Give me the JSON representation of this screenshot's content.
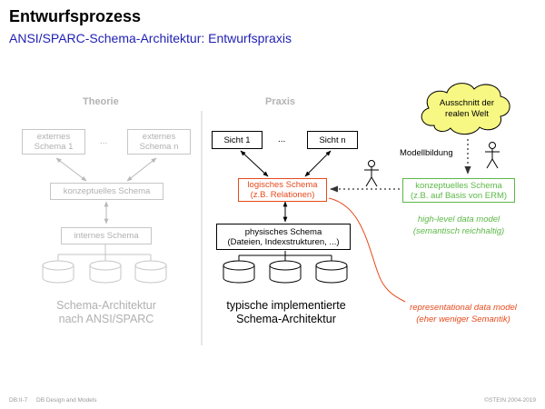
{
  "slide": {
    "title": "Entwurfsprozess",
    "subtitle": "ANSI/SPARC-Schema-Architektur: Entwurfspraxis"
  },
  "theorie": {
    "heading": "Theorie",
    "ext1_line1": "externes",
    "ext1_line2": "Schema 1",
    "dots": "...",
    "ext2_line1": "externes",
    "ext2_line2": "Schema n",
    "conceptual": "konzeptuelles Schema",
    "internal": "internes Schema",
    "caption_line1": "Schema-Architektur",
    "caption_line2": "nach ANSI/SPARC"
  },
  "praxis": {
    "heading": "Praxis",
    "view1": "Sicht 1",
    "dots": "...",
    "viewn": "Sicht n",
    "logical_line1": "logisches Schema",
    "logical_line2": "(z.B. Relationen)",
    "physical_line1": "physisches Schema",
    "physical_line2": "(Dateien, Indexstrukturen, ...)",
    "caption_line1": "typische implementierte",
    "caption_line2": "Schema-Architektur"
  },
  "right": {
    "cloud_line1": "Ausschnitt der",
    "cloud_line2": "realen Welt",
    "modeling_label": "Modellbildung",
    "conceptual_line1": "konzeptuelles Schema",
    "conceptual_line2": "(z.B. auf Basis von ERM)",
    "highlevel_line1": "high-level data model",
    "highlevel_line2": "(semantisch reichhaltig)",
    "repr_line1": "representational data model",
    "repr_line2": "(eher weniger Semantik)"
  },
  "footer": {
    "left1": "DB:II-7",
    "left2": "DB Design and Models",
    "right": "©STEIN 2004-2019"
  },
  "colors": {
    "title_blue": "#1f1fb5",
    "gray": "#b0b0b0",
    "red": "#e64a1c",
    "green": "#5cb847"
  }
}
